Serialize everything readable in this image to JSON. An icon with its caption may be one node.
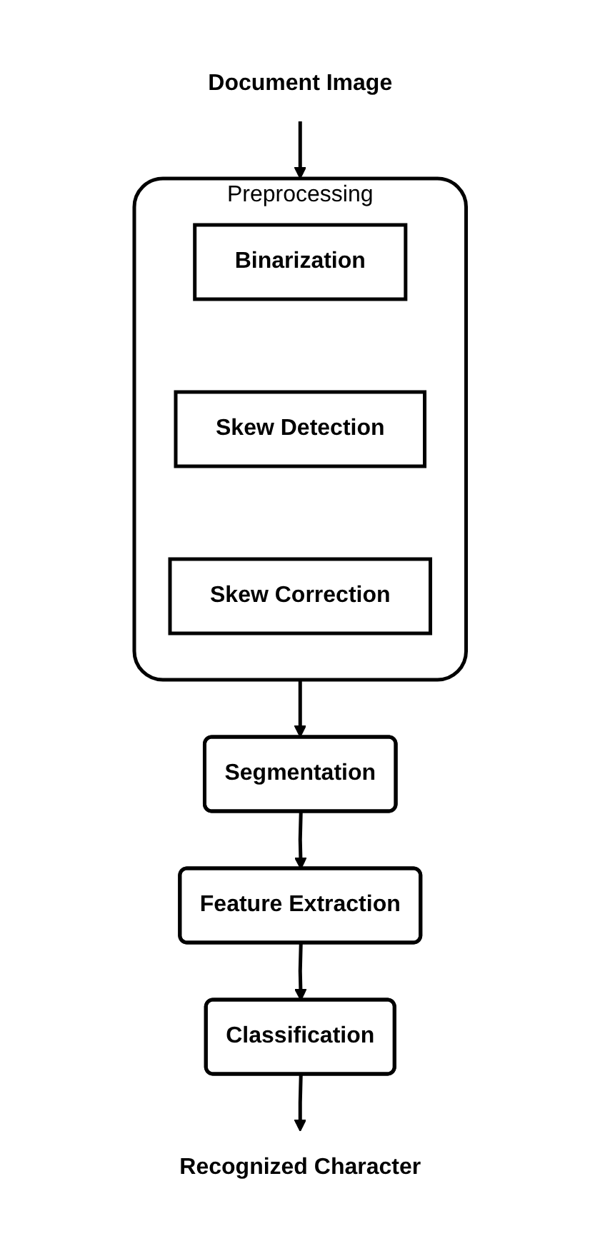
{
  "diagram": {
    "nodes": [
      {
        "text": [
          "Document Image"
        ]
      },
      {
        "text": [
          "Preprocessing"
        ]
      },
      {
        "text": [
          "Binarization"
        ],
        "in": 1
      },
      {
        "text": [
          "Skew Detection"
        ],
        "in": 1
      },
      {
        "text": [
          "Skew Correction"
        ],
        "in": 1
      },
      {
        "text": [
          "Segmentation"
        ]
      },
      {
        "text": [
          "Feature Extraction"
        ]
      },
      {
        "text": [
          "Classification"
        ]
      },
      {
        "text": [
          "Recognized Character"
        ]
      }
    ],
    "edges": [
      {
        "from": 0,
        "to": 1,
        "arrow": "to"
      },
      {
        "from": 1,
        "to": 5,
        "arrow": "to"
      },
      {
        "from": 5,
        "to": 6,
        "arrow": "to"
      },
      {
        "from": 6,
        "to": 7,
        "arrow": "to"
      },
      {
        "from": 7,
        "to": 8,
        "arrow": "to"
      }
    ]
  }
}
